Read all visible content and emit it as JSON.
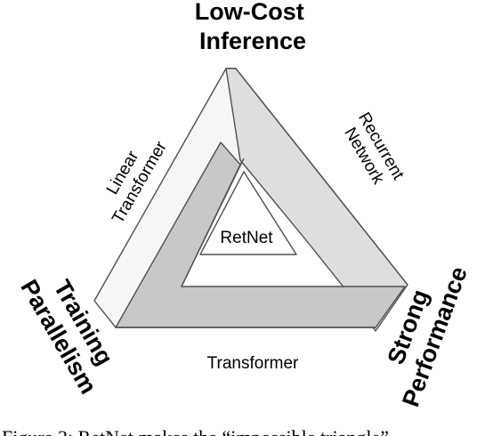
{
  "diagram": {
    "corners": {
      "top": [
        "Low-Cost",
        "Inference"
      ],
      "left": [
        "Training",
        "Parallelism"
      ],
      "right": [
        "Strong",
        "Performance"
      ]
    },
    "edges": {
      "left": [
        "Linear",
        "Transformer"
      ],
      "right": [
        "Recurrent",
        "Network"
      ],
      "bottom": "Transformer"
    },
    "center": "RetNet",
    "caption": "Figure 2: RetNet makes the “impossible triangle”"
  },
  "colors": {
    "face_light": "#f6f6f6",
    "face_mid": "#dedede",
    "face_dark": "#c8c8c8",
    "outline": "#505050",
    "inner": "#ffffff",
    "text": "#000000"
  }
}
